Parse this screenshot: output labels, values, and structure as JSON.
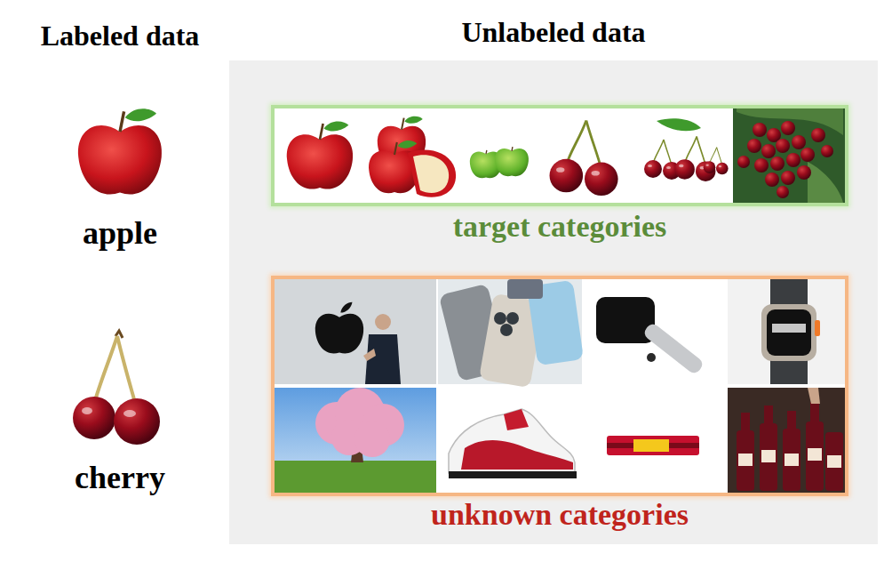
{
  "diagram": {
    "nodes": [
      {
        "text": [
          "Unlabeled data"
        ]
      },
      {
        "text": [
          "target categories"
        ],
        "in": 0
      },
      {
        "text": [
          "unknown categories"
        ],
        "in": 0
      }
    ],
    "labels": [
      "Labeled data",
      "apple",
      "cherry"
    ]
  }
}
